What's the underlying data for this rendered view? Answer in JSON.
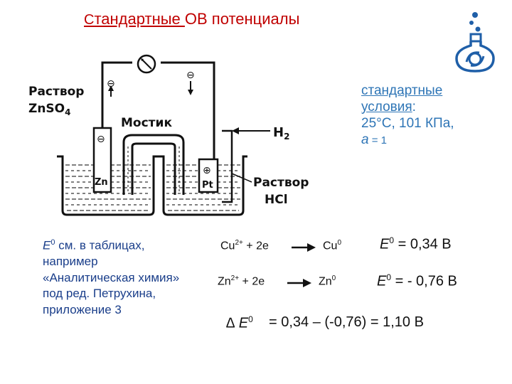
{
  "title": {
    "first": "С",
    "second": "тандартные ",
    "rest": "ОВ потенциалы"
  },
  "diagram": {
    "label_solution_zn": "Раствор",
    "label_znso4": "ZnSO",
    "label_znso4_sub": "4",
    "label_bridge": "Мостик",
    "label_h2": "H",
    "label_h2_sub": "2",
    "label_solution_hcl": "Раствор",
    "label_hcl": "HCl",
    "label_zn": "Zn",
    "label_pt": "Pt",
    "sign_minus": "⊖",
    "sign_plus": "⊕"
  },
  "conditions": {
    "line1": "стандартные",
    "line2": "условия",
    "colon": ":",
    "line3": "25°С, 101 КПа,",
    "line4_a": "а",
    "line4_rest": " = 1"
  },
  "note": {
    "e": "Е",
    "sup": "0",
    "text": " см. в таблицах, например «Аналитическая химия» под ред. Петрухина, приложение 3"
  },
  "reactions": {
    "cu_left": "Cu",
    "cu_left_sup": "2+",
    "cu_mid": " + 2e",
    "cu_right": "Cu",
    "cu_right_sup": "0",
    "cu_e": "E",
    "cu_e_sup": "0",
    "cu_value": " = 0,34 В",
    "zn_left": "Zn",
    "zn_left_sup": "2+",
    "zn_mid": " + 2e",
    "zn_right": "Zn",
    "zn_right_sup": "0",
    "zn_e": "E",
    "zn_e_sup": "0",
    "zn_value": " = - 0,76 В",
    "delta": "∆ E",
    "delta_sup": "0",
    "delta_value": "= 0,34 – (-0,76) = 1,10 В"
  },
  "colors": {
    "title": "#c00000",
    "conditions": "#2e75b6",
    "note": "#1a3e8a",
    "logo": "#1f5fa8"
  }
}
